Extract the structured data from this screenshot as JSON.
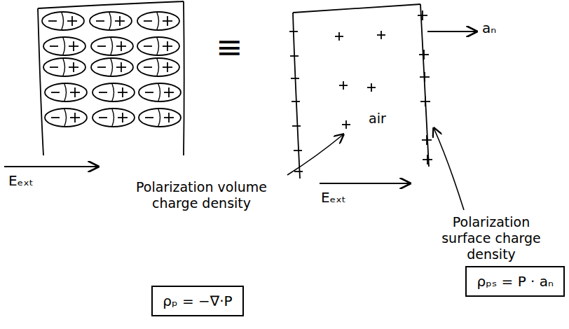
{
  "diagram": {
    "nodes": [
      {
        "text": [
          "ρₚ = −∇·P"
        ]
      },
      {
        "text": [
          "ρₚₛ = P · aₙ"
        ]
      }
    ],
    "labels": [
      "≡",
      "Eₑₓₜ",
      "Polarization volume charge density",
      "air",
      "aₙ",
      "Eₑₓₜ",
      "Polarization surface charge density"
    ]
  }
}
